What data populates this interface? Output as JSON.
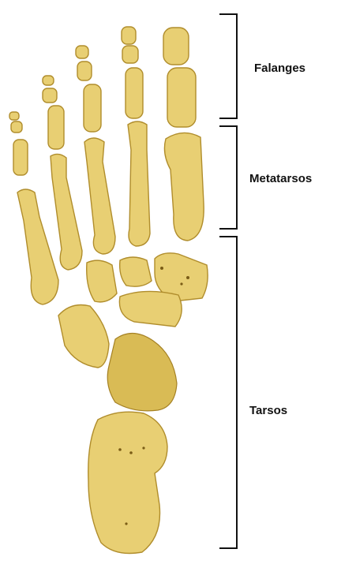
{
  "labels": {
    "phalanges": "Falanges",
    "metatarsals": "Metatarsos",
    "tarsals": "Tarsos"
  },
  "colors": {
    "bone_fill": "#e8cf73",
    "bone_outline": "#b08d2c",
    "bracket": "#111111"
  }
}
